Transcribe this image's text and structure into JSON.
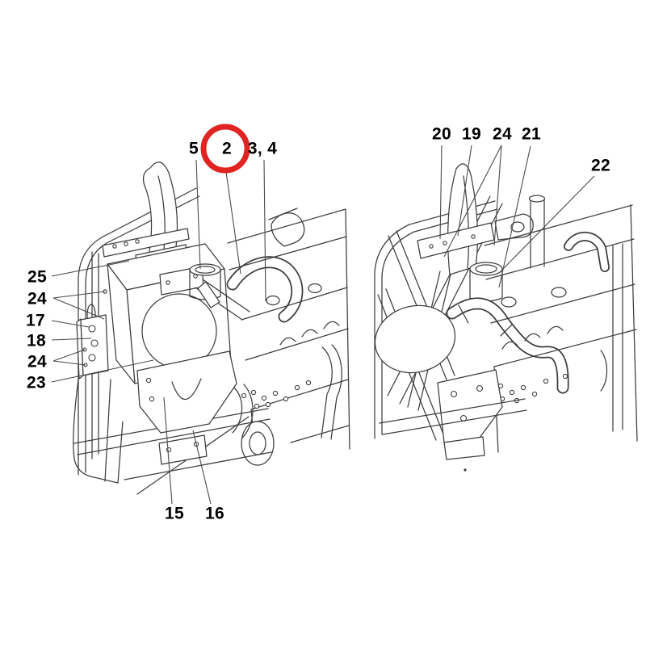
{
  "colors": {
    "background": "#ffffff",
    "artwork_line": "#3d3d3d",
    "leader_line": "#4a4a4a",
    "label_text": "#000000",
    "highlight_ring": "#e02421"
  },
  "highlight": {
    "circled_callout": "2"
  },
  "callouts": {
    "left_view": {
      "top": [
        {
          "text": "5"
        },
        {
          "text": "2"
        },
        {
          "text": "3, 4"
        }
      ],
      "side": [
        {
          "text": "25"
        },
        {
          "text": "24"
        },
        {
          "text": "17"
        },
        {
          "text": "18"
        },
        {
          "text": "24"
        },
        {
          "text": "23"
        }
      ],
      "bottom": [
        {
          "text": "15"
        },
        {
          "text": "16"
        }
      ]
    },
    "right_view": {
      "top": [
        {
          "text": "20"
        },
        {
          "text": "19"
        },
        {
          "text": "24"
        },
        {
          "text": "21"
        }
      ],
      "side": [
        {
          "text": "22"
        }
      ]
    }
  }
}
